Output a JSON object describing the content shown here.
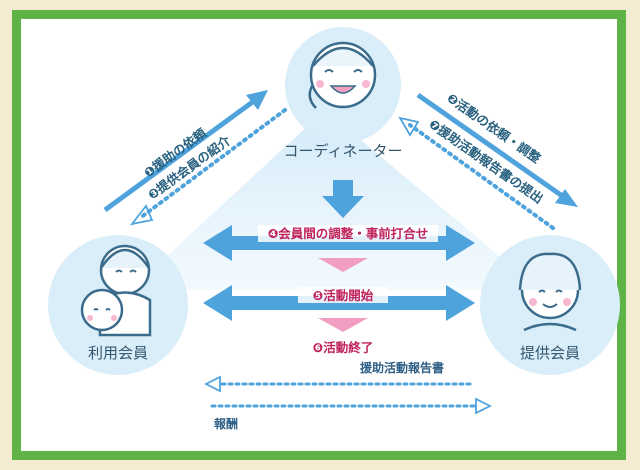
{
  "colors": {
    "frame_green": "#5fb246",
    "arrow_blue": "#4fa3dc",
    "light_blue": "#d9eef9",
    "pink": "#f19ec2",
    "pink_text": "#c0225b"
  },
  "nodes": {
    "coordinator": "コーディネーター",
    "user_member": "利用会員",
    "provider_member": "提供会員"
  },
  "steps": {
    "s1": "❶援助の依頼",
    "s2": "❷活動の依頼・調整",
    "s3": "❸提供会員の紹介",
    "s4": "❹会員間の調整・事前打合せ",
    "s5": "❺活動開始",
    "s6": "❻活動終了",
    "s7": "❼援助活動報告書の提出"
  },
  "bottom": {
    "report": "援助活動報告書",
    "reward": "報酬"
  },
  "icons": {
    "coordinator": "coordinator-woman-icon",
    "user": "parent-and-child-icon",
    "provider": "provider-woman-icon"
  }
}
